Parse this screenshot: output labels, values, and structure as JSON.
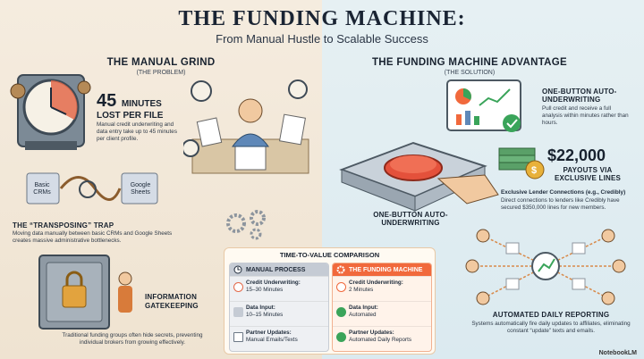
{
  "header": {
    "title": "THE FUNDING MACHINE:",
    "subtitle": "From Manual Hustle to Scalable Success"
  },
  "left": {
    "heading": "THE MANUAL GRIND",
    "subheading": "(THE PROBLEM)",
    "stat": {
      "number": "45",
      "unit": "MINUTES",
      "caption": "LOST PER FILE",
      "text": "Manual credit underwriting and data entry take up to 45 minutes per client profile."
    },
    "crm_labels": {
      "basic": "Basic CRMs",
      "sheets": "Google Sheets"
    },
    "transposing": {
      "title": "THE “TRANSPOSING” TRAP",
      "text": "Moving data manually between basic CRMs and Google Sheets creates massive administrative bottlenecks."
    },
    "gatekeeping": {
      "title": "INFORMATION GATEKEEPING",
      "text": "Traditional funding groups often hide secrets, preventing individual brokers from growing effectively."
    }
  },
  "right": {
    "heading": "THE FUNDING MACHINE ADVANTAGE",
    "subheading": "(THE SOLUTION)",
    "one_button": {
      "title": "ONE-BUTTON AUTO-UNDERWRITING",
      "text": "Pull credit and receive a full analysis within minutes rather than hours."
    },
    "button_label": "ONE-BUTTON AUTO-UNDERWRITING",
    "payouts": {
      "amount": "$22,000",
      "caption": "PAYOUTS VIA EXCLUSIVE LINES",
      "sub_title": "Exclusive Lender Connections (e.g., Credibly)",
      "text": "Direct connections to lenders like Credibly have secured $350,000 lines for new members."
    },
    "reporting": {
      "title": "AUTOMATED DAILY REPORTING",
      "text": "Systems automatically fire daily updates to affiliates, eliminating constant “update” texts and emails."
    }
  },
  "comparison": {
    "title": "TIME-TO-VALUE COMPARISON",
    "manual_head": "MANUAL PROCESS",
    "machine_head": "THE FUNDING MACHINE",
    "manual_rows": [
      {
        "label": "Credit Underwriting:",
        "value": "15–30 Minutes"
      },
      {
        "label": "Data Input:",
        "value": "10–15 Minutes"
      },
      {
        "label": "Partner Updates:",
        "value": "Manual Emails/Texts"
      }
    ],
    "machine_rows": [
      {
        "label": "Credit Underwriting:",
        "value": "2 Minutes"
      },
      {
        "label": "Data Input:",
        "value": "Automated"
      },
      {
        "label": "Partner Updates:",
        "value": "Automated Daily Reports"
      }
    ]
  },
  "footer": {
    "brand": "NotebookLM"
  },
  "colors": {
    "accent": "#f1693c",
    "navy": "#1d2a3a",
    "green": "#3aa45a",
    "paper": "#f5ecdf",
    "sky": "#dbeaf0"
  }
}
